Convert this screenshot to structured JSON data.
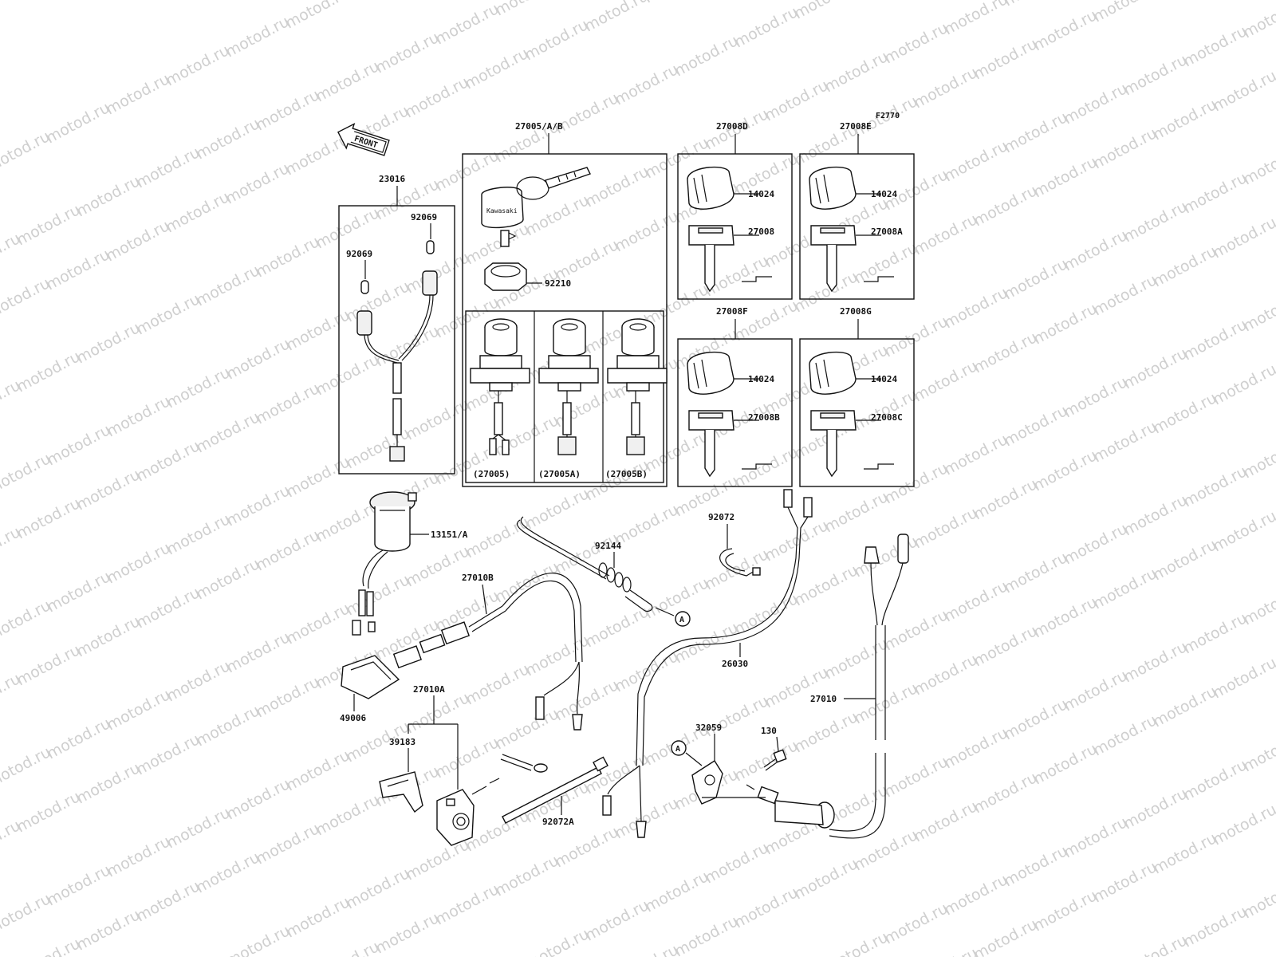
{
  "watermark": "motod.ru",
  "figure_code": "F2770",
  "front_label": "FRONT",
  "boxes": {
    "box_23016": "23016",
    "box_27005": "27005/A/B",
    "box_27008d": "27008D",
    "box_27008e": "27008E",
    "box_27008f": "27008F",
    "box_27008g": "27008G"
  },
  "parts": {
    "p92069a": "92069",
    "p92069b": "92069",
    "p92210": "92210",
    "v27005": "(27005)",
    "v27005a": "(27005A)",
    "v27005b": "(27005B)",
    "p14024_d": "14024",
    "p27008": "27008",
    "p14024_e": "14024",
    "p27008a": "27008A",
    "p14024_f": "14024",
    "p27008b": "27008B",
    "p14024_g": "14024",
    "p27008c": "27008C",
    "p13151": "13151/A",
    "p92144": "92144",
    "p92072": "92072",
    "p27010b": "27010B",
    "p26030": "26030",
    "p27010": "27010",
    "p49006": "49006",
    "p27010a": "27010A",
    "p39183": "39183",
    "p32059": "32059",
    "p130": "130",
    "p92072a": "92072A"
  },
  "callout_a": "A",
  "key_brand": "Kawasaki"
}
